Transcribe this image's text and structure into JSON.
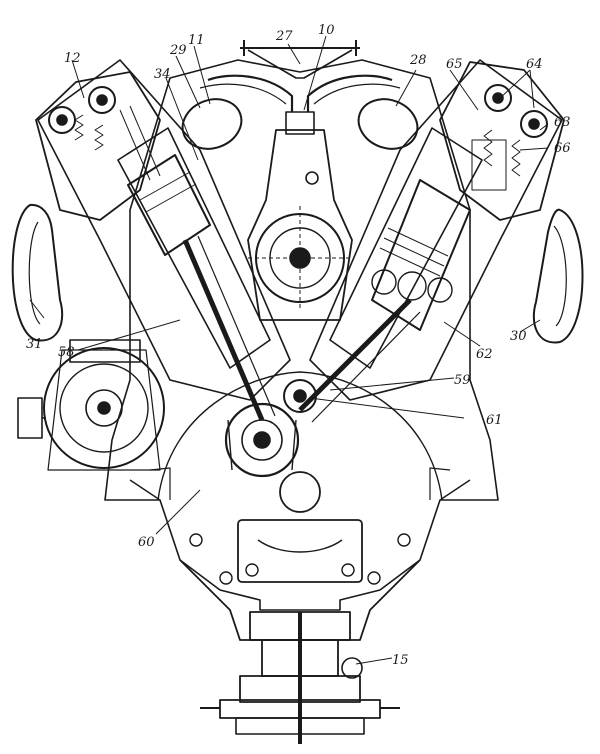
{
  "diagram": {
    "labels": {
      "l27": "27",
      "l10": "10",
      "l29": "29",
      "l11": "11",
      "l12": "12",
      "l34": "34",
      "l28": "28",
      "l65": "65",
      "l64": "64",
      "l63": "63",
      "l66": "66",
      "l31": "31",
      "l58": "58",
      "l30": "30",
      "l62": "62",
      "l59": "59",
      "l61": "61",
      "l60": "60",
      "l15": "15"
    }
  },
  "colors": {
    "ink": "#1a1a1a",
    "paper": "#ffffff"
  }
}
